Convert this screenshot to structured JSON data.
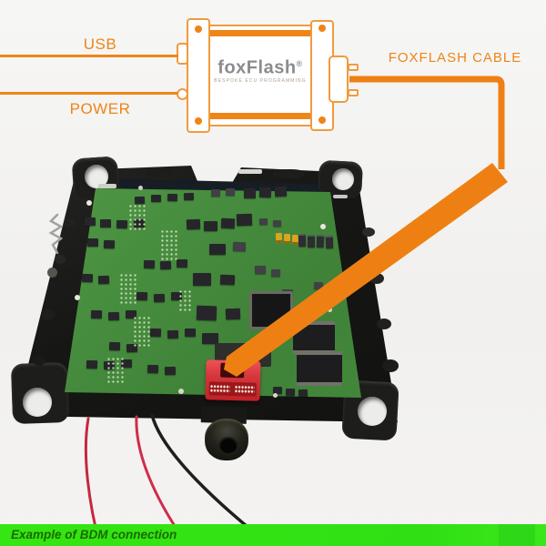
{
  "colors": {
    "accent_orange": "#EF8418",
    "border_orange": "#F19A3E",
    "cable_orange": "#EE8013",
    "banner_green": "#35E612",
    "banner_green_dark": "#28CE17",
    "banner_text": "#1A6B02",
    "bdm_red": "#D4363C",
    "pcb_green": "#4A9143",
    "frame_black": "#1A1A1A",
    "logo_gray": "#8C8C8C",
    "tagline_color": "#B49C87"
  },
  "diagram": {
    "usb_label": "USB",
    "power_label": "POWER",
    "cable_label": "FOXFLASH CABLE",
    "device": {
      "brand": "foxFlash",
      "registered_mark": "®",
      "tagline": "BESPOKE ECU PROGRAMMING"
    }
  },
  "photo": {
    "subject": "ECU circuit board with BDM connector",
    "bdm_connector": "red BDM pad connector",
    "cable": "foxflash ribbon cable"
  },
  "banner": {
    "caption": "Example of BDM connection"
  }
}
